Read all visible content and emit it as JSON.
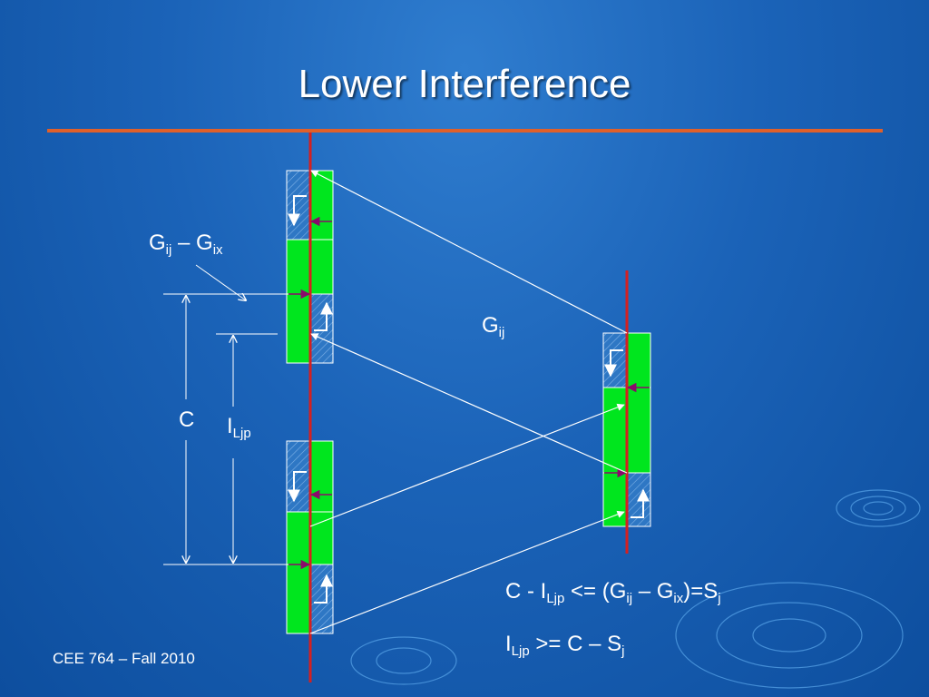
{
  "slide": {
    "title": "Lower Interference",
    "footer": "CEE 764 – Fall 2010"
  },
  "labels": {
    "gij_minus_gix": {
      "g1": "G",
      "s1": "ij",
      "mid": " – G",
      "s2": "ix"
    },
    "gij": {
      "g": "G",
      "s": "ij"
    },
    "c": "C",
    "iljp": {
      "i": "I",
      "s": "Ljp"
    }
  },
  "equations": {
    "eq1": {
      "a": "C - I",
      "a_sub": "Ljp",
      "b": " <= (G",
      "b_sub": "ij",
      "c": " – G",
      "c_sub": "ix",
      "d": ")=S",
      "d_sub": "j"
    },
    "eq2": {
      "a": "I",
      "a_sub": "Ljp",
      "b": " >= C – S",
      "b_sub": "j"
    }
  },
  "colors": {
    "background": "#1b63b8",
    "green": "#00e61e",
    "red_line": "#d42020",
    "orange_rule": "#e0602a",
    "arrow_head": "#8a0a6a"
  }
}
